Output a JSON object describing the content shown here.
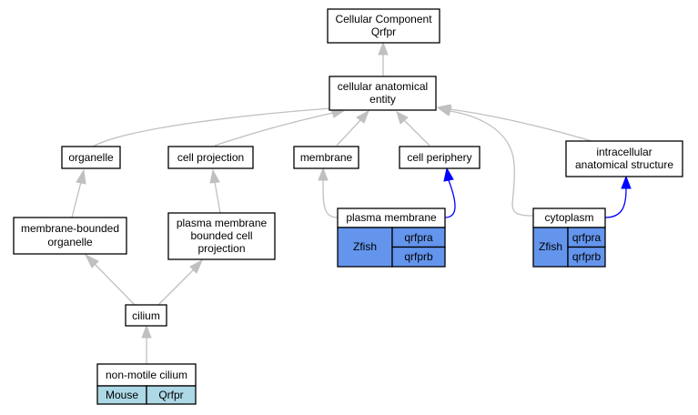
{
  "colors": {
    "edge_default": "#c0c0c0",
    "edge_highlight": "#0000ff",
    "zfish_fill": "#6495ed",
    "mouse_fill": "#add8e6"
  },
  "nodes": {
    "root": {
      "line1": "Cellular Component",
      "line2": "Qrfpr"
    },
    "cae": {
      "line1": "cellular anatomical",
      "line2": "entity"
    },
    "organelle": {
      "label": "organelle"
    },
    "cell_projection": {
      "label": "cell projection"
    },
    "membrane": {
      "label": "membrane"
    },
    "cell_periphery": {
      "label": "cell periphery"
    },
    "intracellular": {
      "line1": "intracellular",
      "line2": "anatomical structure"
    },
    "mbo": {
      "line1": "membrane-bounded",
      "line2": "organelle"
    },
    "pmbcp": {
      "line1": "plasma membrane",
      "line2": "bounded cell",
      "line3": "projection"
    },
    "plasma_membrane": {
      "label": "plasma membrane",
      "species": "Zfish",
      "genes": [
        "qrfpra",
        "qrfprb"
      ]
    },
    "cytoplasm": {
      "label": "cytoplasm",
      "species": "Zfish",
      "genes": [
        "qrfpra",
        "qrfprb"
      ]
    },
    "cilium": {
      "label": "cilium"
    },
    "nmc": {
      "label": "non-motile cilium",
      "species": "Mouse",
      "gene": "Qrfpr"
    }
  }
}
